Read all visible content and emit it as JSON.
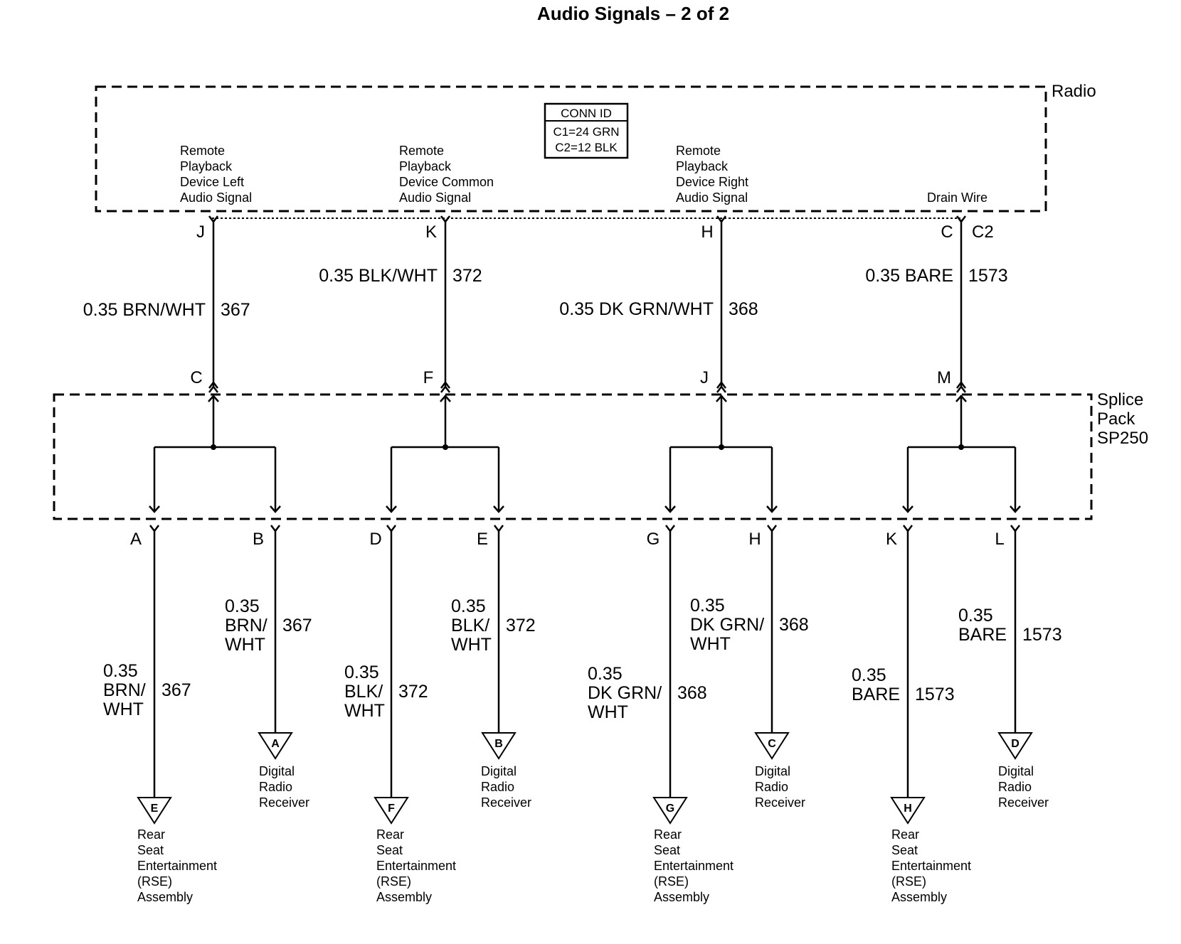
{
  "title": "Audio Signals – 2 of 2",
  "radio": {
    "label": "Radio",
    "conn_id": {
      "header": "CONN ID",
      "c1": "C1=24 GRN",
      "c2": "C2=12 BLK"
    },
    "signals": [
      [
        "Remote",
        "Playback",
        "Device Left",
        "Audio Signal"
      ],
      [
        "Remote",
        "Playback",
        "Device Common",
        "Audio Signal"
      ],
      [
        "Remote",
        "Playback",
        "Device Right",
        "Audio Signal"
      ],
      [
        "Drain Wire"
      ]
    ],
    "pins": [
      "J",
      "K",
      "H",
      "C"
    ],
    "connector": "C2"
  },
  "wires_top": [
    {
      "label": "0.35 BRN/WHT",
      "circuit": "367"
    },
    {
      "label": "0.35 BLK/WHT",
      "circuit": "372"
    },
    {
      "label": "0.35 DK GRN/WHT",
      "circuit": "368"
    },
    {
      "label": "0.35 BARE",
      "circuit": "1573"
    }
  ],
  "splice_pack": {
    "label": [
      "Splice",
      "Pack",
      "SP250"
    ],
    "in_pins": [
      "C",
      "F",
      "J",
      "M"
    ],
    "out_pins": [
      "A",
      "B",
      "D",
      "E",
      "G",
      "H",
      "K",
      "L"
    ]
  },
  "wires_bottom": [
    {
      "lines": [
        "0.35",
        "BRN/",
        "WHT"
      ],
      "circuit": "367"
    },
    {
      "lines": [
        "0.35",
        "BRN/",
        "WHT"
      ],
      "circuit": "367"
    },
    {
      "lines": [
        "0.35",
        "BLK/",
        "WHT"
      ],
      "circuit": "372"
    },
    {
      "lines": [
        "0.35",
        "BLK/",
        "WHT"
      ],
      "circuit": "372"
    },
    {
      "lines": [
        "0.35",
        "DK GRN/",
        "WHT"
      ],
      "circuit": "368"
    },
    {
      "lines": [
        "0.35",
        "DK GRN/",
        "WHT"
      ],
      "circuit": "368"
    },
    {
      "lines": [
        "0.35",
        "BARE"
      ],
      "circuit": "1573"
    },
    {
      "lines": [
        "0.35",
        "BARE"
      ],
      "circuit": "1573"
    }
  ],
  "destinations": [
    {
      "ref": "E",
      "lines": [
        "Rear",
        "Seat",
        "Entertainment",
        "(RSE)",
        "Assembly"
      ]
    },
    {
      "ref": "A",
      "lines": [
        "Digital",
        "Radio",
        "Receiver"
      ]
    },
    {
      "ref": "F",
      "lines": [
        "Rear",
        "Seat",
        "Entertainment",
        "(RSE)",
        "Assembly"
      ]
    },
    {
      "ref": "B",
      "lines": [
        "Digital",
        "Radio",
        "Receiver"
      ]
    },
    {
      "ref": "G",
      "lines": [
        "Rear",
        "Seat",
        "Entertainment",
        "(RSE)",
        "Assembly"
      ]
    },
    {
      "ref": "C",
      "lines": [
        "Digital",
        "Radio",
        "Receiver"
      ]
    },
    {
      "ref": "H",
      "lines": [
        "Rear",
        "Seat",
        "Entertainment",
        "(RSE)",
        "Assembly"
      ]
    },
    {
      "ref": "D",
      "lines": [
        "Digital",
        "Radio",
        "Receiver"
      ]
    }
  ]
}
